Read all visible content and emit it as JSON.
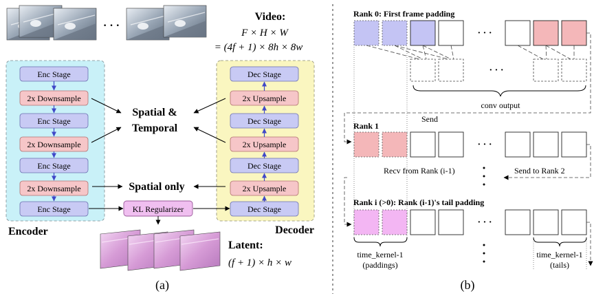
{
  "panel_a": {
    "video": {
      "label": "Video:",
      "dims": "F × H × W",
      "formula": "= (4f + 1) × 8h × 8w",
      "ellipsis": "· · ·"
    },
    "encoder": {
      "title": "Encoder",
      "stages": [
        "Enc Stage",
        "2x Downsample",
        "Enc Stage",
        "2x Downsample",
        "Enc Stage",
        "2x Downsample",
        "Enc Stage"
      ]
    },
    "decoder": {
      "title": "Decoder",
      "stages": [
        "Dec Stage",
        "2x Upsample",
        "Dec Stage",
        "2x Upsample",
        "Dec Stage",
        "2x Upsample",
        "Dec Stage"
      ]
    },
    "spatial_temporal_line1": "Spatial &",
    "spatial_temporal_line2": "Temporal",
    "spatial_only": "Spatial only",
    "kl_regularizer": "KL Regularizer",
    "latent": {
      "label": "Latent:",
      "formula": "(f + 1) × h × w"
    },
    "caption": "(a)"
  },
  "panel_b": {
    "rank0": "Rank 0: First frame padding",
    "conv_output": "conv output",
    "send": "Send",
    "rank1": "Rank 1",
    "recv_from": "Recv from Rank (i-1)",
    "send_to": "Send to Rank 2",
    "ranki": "Rank i (>0): Rank (i-1)'s tail padding",
    "time_kernel_left": "time_kernel-1",
    "paddings": "(paddings)",
    "time_kernel_right": "time_kernel-1",
    "tails": "(tails)",
    "dots": "· · ·",
    "caption": "(b)"
  },
  "colors": {
    "encoder_bg": "#c9f1f8",
    "decoder_bg": "#faf6c0",
    "stage_blue": "#c8caf4",
    "stage_pink": "#f6c6c8",
    "kl_fill": "#f0bff0",
    "rank0_blue": "#c4c4f4",
    "rank_pink": "#f4b7b9",
    "rank_magenta": "#f3b6f3"
  }
}
